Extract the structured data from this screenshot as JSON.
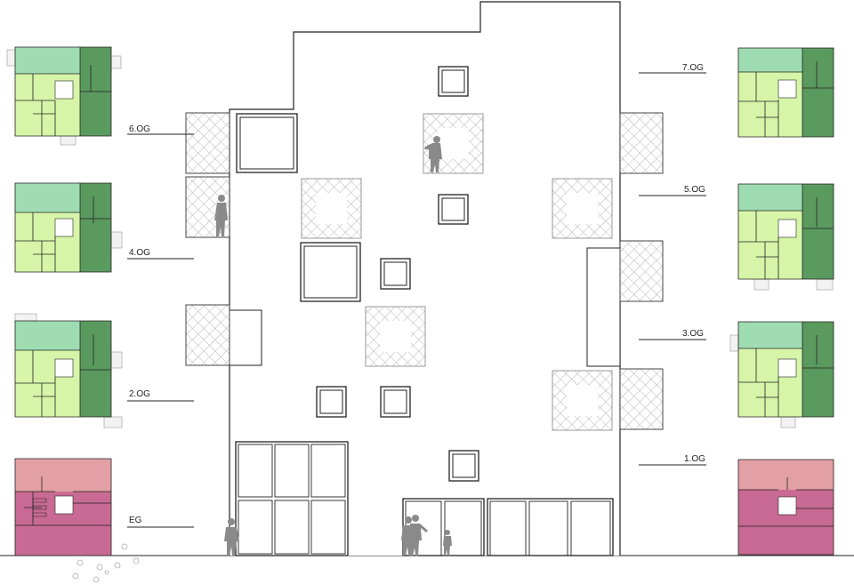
{
  "floor_labels": {
    "og6": "6.OG",
    "og4": "4.OG",
    "og2": "2.OG",
    "eg": "EG",
    "og7": "7.OG",
    "og5": "5.OG",
    "og3": "3.OG",
    "og1": "1.OG"
  },
  "colors": {
    "light_green": "#d6f5a8",
    "mint": "#9fdcb2",
    "dark_green": "#5a9a5e",
    "salmon": "#e3a0a4",
    "magenta": "#c86a93",
    "facade_line": "#222222",
    "lattice": "#b0b0b0",
    "figure": "#8a8a8a"
  },
  "icons": {
    "floor_plan": "floor-plan-icon",
    "person": "person-silhouette-icon",
    "tree": "tree-icon"
  }
}
